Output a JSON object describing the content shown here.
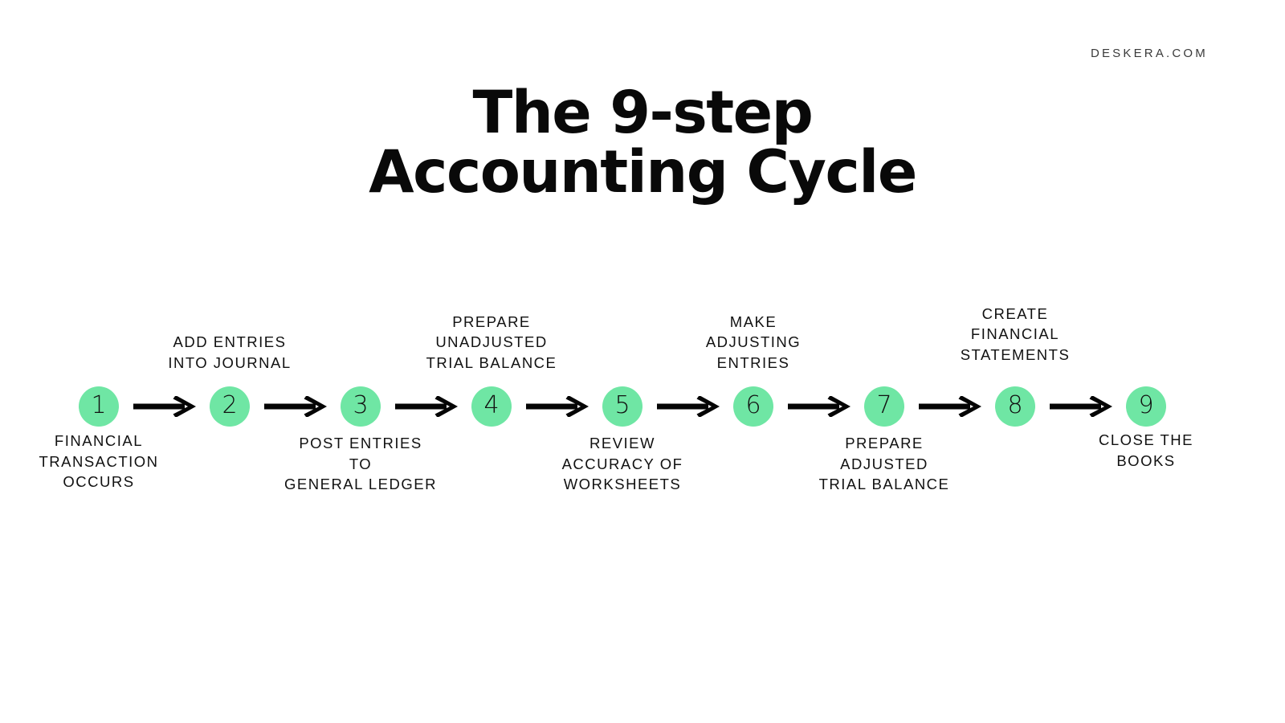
{
  "brand": "DESKERA.COM",
  "title": {
    "line1": "The 9-step",
    "line2": "Accounting Cycle"
  },
  "colors": {
    "node_fill": "#6fe6a4",
    "node_number": "#111111",
    "text": "#111111",
    "arrow": "#050505",
    "background": "#ffffff",
    "brand_text": "#3a3a3a"
  },
  "diagram": {
    "type": "linear-process-flow",
    "step_count": 9,
    "connector": "arrow-right",
    "steps": [
      {
        "number": "1",
        "label": "FINANCIAL\nTRANSACTION\nOCCURS",
        "position": "below"
      },
      {
        "number": "2",
        "label": "ADD ENTRIES\nINTO JOURNAL",
        "position": "above"
      },
      {
        "number": "3",
        "label": "POST ENTRIES\nTO\nGENERAL LEDGER",
        "position": "below"
      },
      {
        "number": "4",
        "label": "PREPARE\nUNADJUSTED\nTRIAL BALANCE",
        "position": "above"
      },
      {
        "number": "5",
        "label": "REVIEW\nACCURACY OF\nWORKSHEETS",
        "position": "below"
      },
      {
        "number": "6",
        "label": "MAKE\nADJUSTING\nENTRIES",
        "position": "above"
      },
      {
        "number": "7",
        "label": "PREPARE\nADJUSTED\nTRIAL BALANCE",
        "position": "below"
      },
      {
        "number": "8",
        "label": "CREATE\nFINANCIAL\nSTATEMENTS",
        "position": "above"
      },
      {
        "number": "9",
        "label": "CLOSE THE\nBOOKS",
        "position": "below"
      }
    ]
  }
}
